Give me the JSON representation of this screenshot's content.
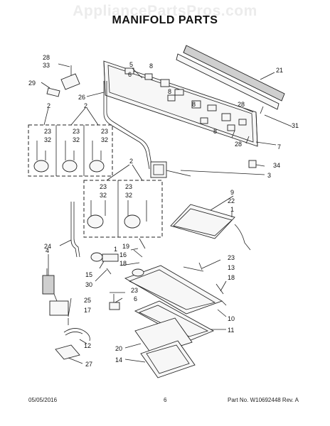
{
  "watermark": "AppliancePartsPros.com",
  "title": "MANIFOLD PARTS",
  "footer": {
    "date": "05/05/2016",
    "page": "6",
    "part_no": "Part No. W10692448  Rev. A"
  },
  "callouts": [
    {
      "id": "c28a",
      "label": "28"
    },
    {
      "id": "c33",
      "label": "33"
    },
    {
      "id": "c29",
      "label": "29"
    },
    {
      "id": "c26",
      "label": "26"
    },
    {
      "id": "c2a",
      "label": "2"
    },
    {
      "id": "c2b",
      "label": "2"
    },
    {
      "id": "c23a",
      "label": "23"
    },
    {
      "id": "c32a",
      "label": "32"
    },
    {
      "id": "c23b",
      "label": "23"
    },
    {
      "id": "c32b",
      "label": "32"
    },
    {
      "id": "c23c",
      "label": "23"
    },
    {
      "id": "c32c",
      "label": "32"
    },
    {
      "id": "c5",
      "label": "5"
    },
    {
      "id": "c6a",
      "label": "6"
    },
    {
      "id": "c8a",
      "label": "8"
    },
    {
      "id": "c8b",
      "label": "8"
    },
    {
      "id": "c8c",
      "label": "8"
    },
    {
      "id": "c8d",
      "label": "8"
    },
    {
      "id": "c21",
      "label": "21"
    },
    {
      "id": "c28b",
      "label": "28"
    },
    {
      "id": "c31",
      "label": "31"
    },
    {
      "id": "c28c",
      "label": "28"
    },
    {
      "id": "c7",
      "label": "7"
    },
    {
      "id": "c34",
      "label": "34"
    },
    {
      "id": "c3",
      "label": "3"
    },
    {
      "id": "c2c",
      "label": "2"
    },
    {
      "id": "c23d",
      "label": "23"
    },
    {
      "id": "c32d",
      "label": "32"
    },
    {
      "id": "c23e",
      "label": "23"
    },
    {
      "id": "c32e",
      "label": "32"
    },
    {
      "id": "c9",
      "label": "9"
    },
    {
      "id": "c22",
      "label": "22"
    },
    {
      "id": "c1a",
      "label": "1"
    },
    {
      "id": "c24",
      "label": "24"
    },
    {
      "id": "c4",
      "label": "4"
    },
    {
      "id": "c19",
      "label": "19"
    },
    {
      "id": "c16",
      "label": "16"
    },
    {
      "id": "c1b",
      "label": "1"
    },
    {
      "id": "c18a",
      "label": "18"
    },
    {
      "id": "c15",
      "label": "15"
    },
    {
      "id": "c30",
      "label": "30"
    },
    {
      "id": "c23f",
      "label": "23"
    },
    {
      "id": "c13",
      "label": "13"
    },
    {
      "id": "c18b",
      "label": "18"
    },
    {
      "id": "c23g",
      "label": "23"
    },
    {
      "id": "c6b",
      "label": "6"
    },
    {
      "id": "c25",
      "label": "25"
    },
    {
      "id": "c17",
      "label": "17"
    },
    {
      "id": "c12",
      "label": "12"
    },
    {
      "id": "c10",
      "label": "10"
    },
    {
      "id": "c11",
      "label": "11"
    },
    {
      "id": "c20",
      "label": "20"
    },
    {
      "id": "c14",
      "label": "14"
    },
    {
      "id": "c27",
      "label": "27"
    }
  ]
}
